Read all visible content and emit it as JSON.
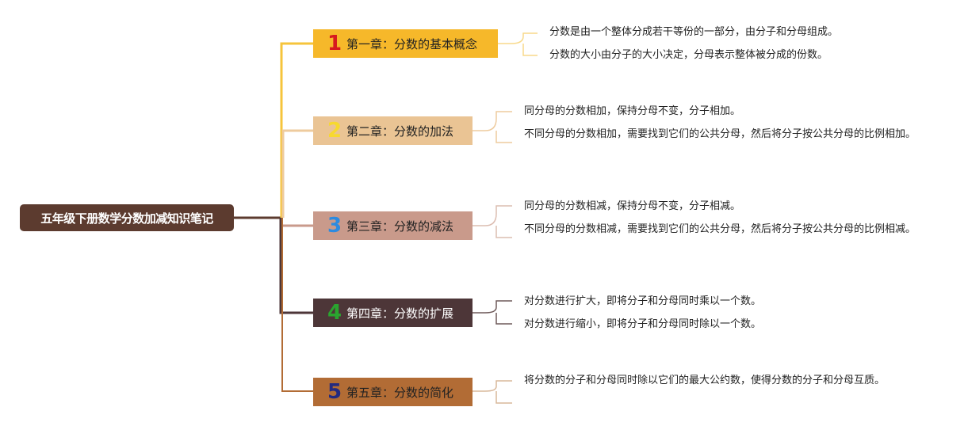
{
  "root": {
    "label": "五年级下册数学分数加减知识笔记"
  },
  "chapters": [
    {
      "number": "1",
      "title": "第一章：分数的基本概念",
      "bg_color": "#f6b82a",
      "number_color": "#d7191f",
      "notes": [
        "分数是由一个整体分成若干等份的一部分，由分子和分母组成。",
        "分数的大小由分子的大小决定，分母表示整体被分成的份数。"
      ]
    },
    {
      "number": "2",
      "title": "第二章：分数的加法",
      "bg_color": "#eac494",
      "number_color": "#f7d92f",
      "notes": [
        "同分母的分数相加，保持分母不变，分子相加。",
        "不同分母的分数相加，需要找到它们的公共分母，然后将分子按公共分母的比例相加。"
      ]
    },
    {
      "number": "3",
      "title": "第三章：分数的减法",
      "bg_color": "#c99a8b",
      "number_color": "#2d8be0",
      "notes": [
        "同分母的分数相减，保持分母不变，分子相减。",
        "不同分母的分数相减，需要找到它们的公共分母，然后将分子按公共分母的比例相减。"
      ]
    },
    {
      "number": "4",
      "title": "第四章：分数的扩展",
      "bg_color": "#4d3638",
      "number_color": "#2aa52f",
      "notes": [
        "对分数进行扩大，即将分子和分母同时乘以一个数。",
        "对分数进行缩小，即将分子和分母同时除以一个数。"
      ]
    },
    {
      "number": "5",
      "title": "第五章：分数的简化",
      "bg_color": "#b26c35",
      "number_color": "#242a80",
      "notes": [
        "将分数的分子和分母同时除以它们的最大公约数，使得分数的分子和分母互质。"
      ]
    }
  ]
}
